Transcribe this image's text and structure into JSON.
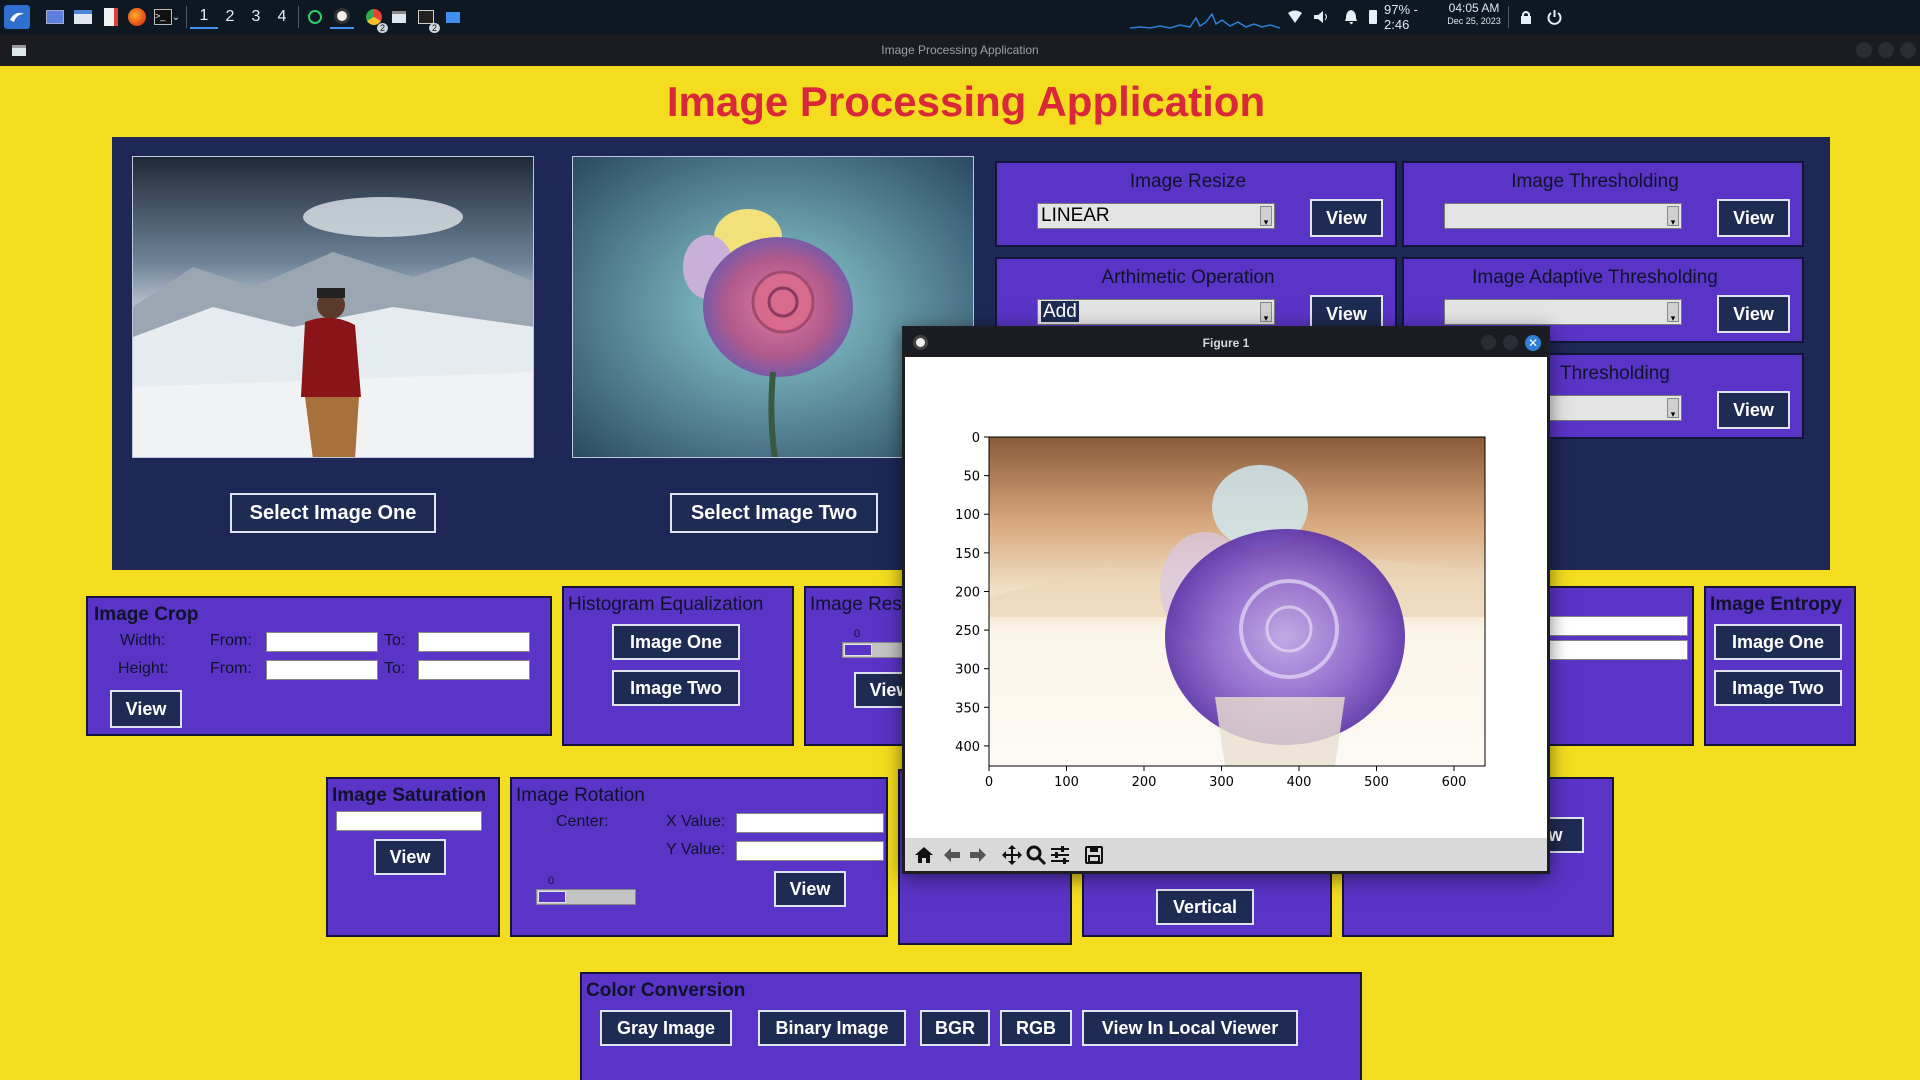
{
  "taskbar": {
    "workspaces": [
      "1",
      "2",
      "3",
      "4"
    ],
    "badge_chrome": "2",
    "badge_terminal": "2",
    "battery": "97% - 2:46",
    "time": "04:05 AM",
    "date": "Dec 25, 2023"
  },
  "window": {
    "title": "Image Processing Application"
  },
  "app": {
    "title": "Image Processing Application",
    "select_one": "Select Image One",
    "select_two": "Select Image Two",
    "view": "View",
    "resize": {
      "title": "Image Resize",
      "value": "LINEAR"
    },
    "threshold": {
      "title": "Image Thresholding",
      "value": ""
    },
    "arithmetic": {
      "title": "Arthimetic Operation",
      "value": "Add"
    },
    "adaptive": {
      "title": "Image Adaptive Thresholding",
      "value": ""
    },
    "third_threshold": {
      "title": "Thresholding",
      "value": ""
    },
    "crop": {
      "title": "Image Crop",
      "width": "Width:",
      "height": "Height:",
      "from": "From:",
      "to": "To:"
    },
    "histeq": {
      "title": "Histogram Equalization",
      "one": "Image One",
      "two": "Image Two"
    },
    "image_res": {
      "title": "Image Res",
      "slider_value": "0"
    },
    "entropy": {
      "title": "Image Entropy",
      "one": "Image One",
      "two": "Image Two"
    },
    "saturation": {
      "title": "Image Saturation"
    },
    "rotation": {
      "title": "Image Rotation",
      "center": "Center:",
      "xvalue": "X Value:",
      "yvalue": "Y Value:",
      "slider_value": "0"
    },
    "flip": {
      "vertical": "Vertical"
    },
    "other_view": "iew",
    "color": {
      "title": "Color Conversion",
      "gray": "Gray Image",
      "binary": "Binary Image",
      "bgr": "BGR",
      "rgb": "RGB",
      "local": "View In Local Viewer"
    }
  },
  "figure": {
    "title": "Figure 1",
    "x_ticks": [
      "0",
      "100",
      "200",
      "300",
      "400",
      "500",
      "600"
    ],
    "y_ticks": [
      "0",
      "50",
      "100",
      "150",
      "200",
      "250",
      "300",
      "350",
      "400"
    ],
    "x_range": [
      0,
      640
    ],
    "y_range": [
      0,
      426
    ]
  },
  "colors": {
    "accent_title": "#d8283a",
    "panel": "#5a34c6",
    "background": "#f4dc1e",
    "top_panel": "#1e2856"
  }
}
